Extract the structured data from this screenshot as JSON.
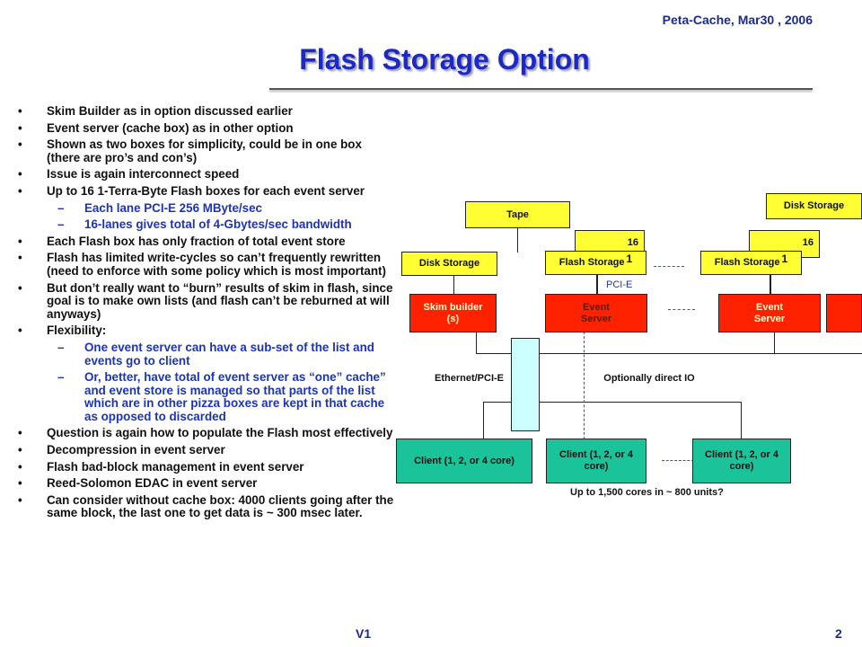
{
  "header": {
    "right": "Peta-Cache,  Mar30 , 2006"
  },
  "title": "Flash Storage Option",
  "bullets": [
    {
      "level": 1,
      "text": "Skim Builder as in option discussed earlier"
    },
    {
      "level": 1,
      "text": "Event server (cache box) as in other option"
    },
    {
      "level": 1,
      "text": "Shown as two boxes for simplicity, could be in one box (there are pro’s and con’s)"
    },
    {
      "level": 1,
      "text": "Issue is again interconnect speed"
    },
    {
      "level": 1,
      "text": "Up to 16 1-Terra-Byte Flash boxes for each event server"
    },
    {
      "level": 2,
      "text": "Each lane PCI-E 256 MByte/sec"
    },
    {
      "level": 2,
      "text": "16-lanes gives total of 4-Gbytes/sec bandwidth"
    },
    {
      "level": 1,
      "text": "Each Flash box has only fraction of total event store"
    },
    {
      "level": 1,
      "text": "Flash has limited write-cycles so can’t frequently rewritten (need to enforce with some policy which is most important)"
    },
    {
      "level": 1,
      "text": "But don’t really want to “burn” results of skim in flash, since goal is to make own lists (and flash can’t be reburned at will anyways)"
    },
    {
      "level": 1,
      "text": "Flexibility:"
    },
    {
      "level": 2,
      "text": "One event server can have a sub-set of the list and events go to client"
    },
    {
      "level": 2,
      "text": "Or, better, have total of event server as “one” cache” and event store is managed so that parts of the list which are in other pizza boxes are kept in that cache as opposed to discarded"
    },
    {
      "level": 1,
      "text": "Question is again how to populate the Flash most effectively"
    },
    {
      "level": 1,
      "text": "Decompression in event server"
    },
    {
      "level": 1,
      "text": "Flash bad-block management in event server"
    },
    {
      "level": 1,
      "text": "Reed-Solomon EDAC in event server"
    },
    {
      "level": 1,
      "text": "Can consider without cache box: 4000 clients going after the same block, the last one to get data is ~ 300 msec later."
    }
  ],
  "bullet_glyph": "•",
  "dash_glyph": "–",
  "diagram": {
    "tape": "Tape",
    "disk_storage_left": "Disk Storage",
    "disk_storage_right": "Disk Storage",
    "flash_count": "16",
    "flash_label": "Flash Storage",
    "flash_index": "1",
    "skim_builder": "Skim builder (s)",
    "event_server": "Event Server",
    "pci_e": "PCI-E",
    "ethernet": "Ethernet/PCI-E",
    "optional_io": "Optionally direct IO",
    "client": "Client (1, 2, or 4 core)",
    "cores_note": "Up to 1,500 cores in ~ 800 units?"
  },
  "footer": {
    "left": "V1",
    "right": "2"
  }
}
